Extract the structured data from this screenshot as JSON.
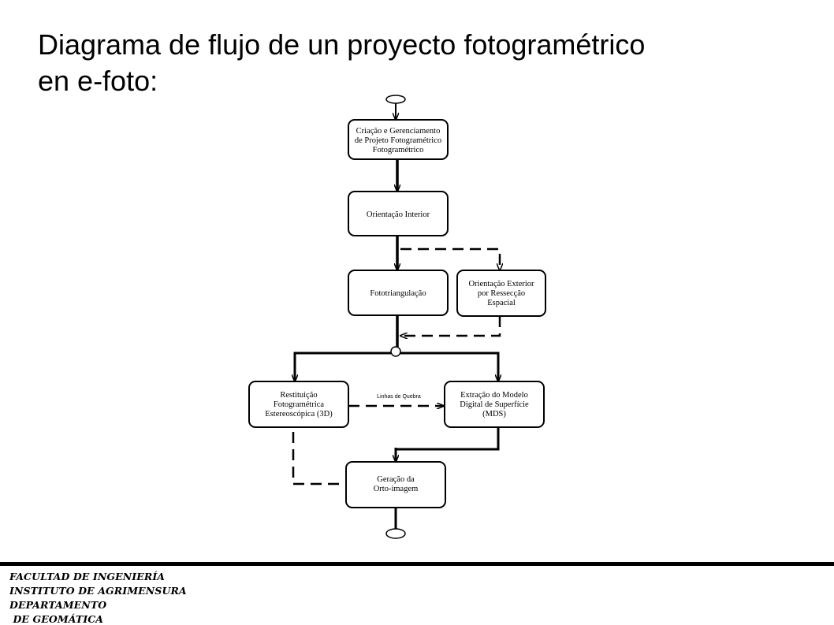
{
  "title": {
    "line1": "Diagrama de flujo de un proyecto fotogramétrico",
    "line2": "en e-foto:"
  },
  "nodes": {
    "criacao": [
      "Criação e Gerenciamento",
      "de Projeto Fotogramétrico",
      "Fotogramétrico"
    ],
    "orientacao_interior": [
      "Orientação Interior"
    ],
    "fototriangulacao": [
      "Fototriangulação"
    ],
    "orientacao_exterior": [
      "Orientação Exterior",
      "por Ressecção",
      "Espacial"
    ],
    "restituicao": [
      "Restituição",
      "Fotogramétrica",
      "Estereoscópica (3D)"
    ],
    "extracao": [
      "Extração do Modelo",
      "Digital de Superfície",
      "(MDS)"
    ],
    "geracao": [
      "Geração da",
      "Orto-imagem"
    ]
  },
  "edge_labels": {
    "linhas_de_quebra": "Linhas de Quebra"
  },
  "footer": {
    "line1": "FACULTAD DE INGENIERÍA",
    "line2": "INSTITUTO DE AGRIMENSURA",
    "line3": "DEPARTAMENTO",
    "line4": " DE GEOMÁTICA"
  }
}
